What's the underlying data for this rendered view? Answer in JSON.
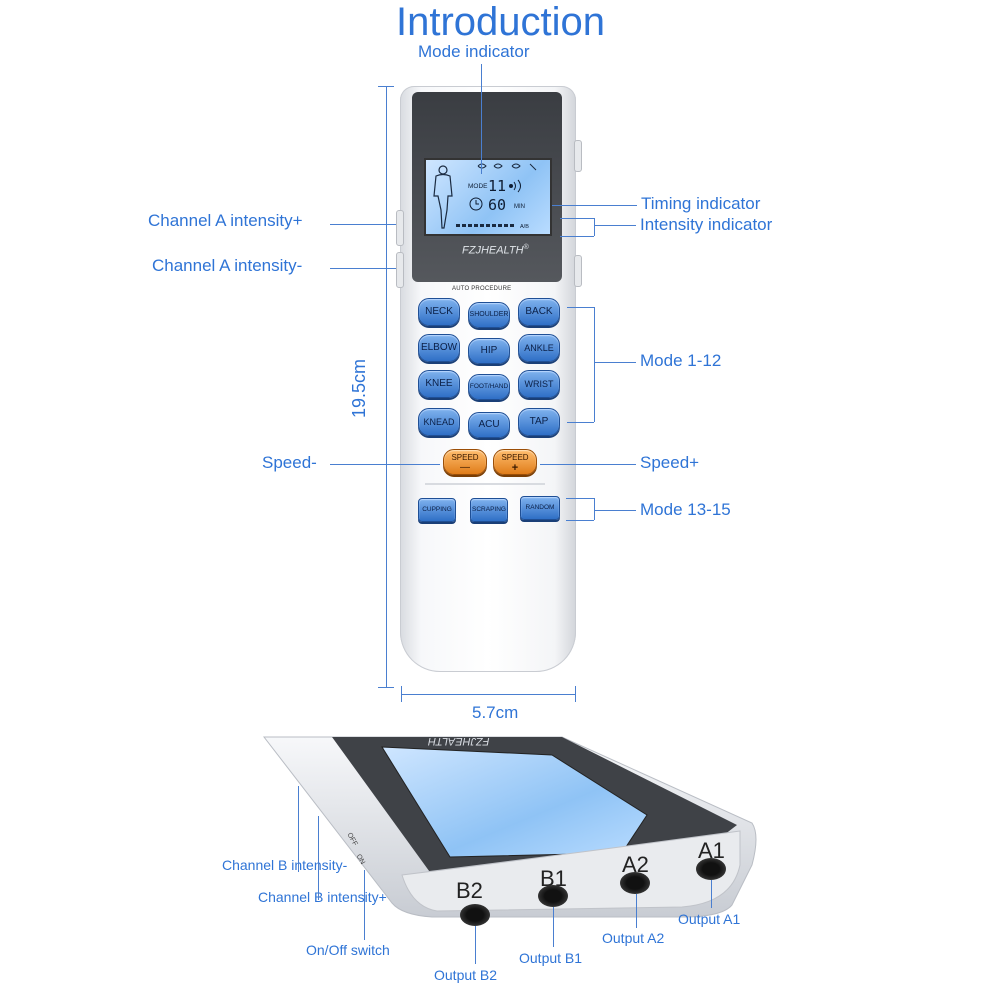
{
  "title": "Introduction",
  "labels": {
    "mode_indicator": "Mode indicator",
    "timing_indicator": "Timing indicator",
    "intensity_indicator": "Intensity indicator",
    "channel_a_plus": "Channel A intensity+",
    "channel_a_minus": "Channel A intensity-",
    "mode_1_12": "Mode 1-12",
    "speed_minus": "Speed-",
    "speed_plus": "Speed+",
    "mode_13_15": "Mode 13-15",
    "height": "19.5cm",
    "width": "5.7cm",
    "channel_b_minus": "Channel B intensity-",
    "channel_b_plus": "Channel B intensity+",
    "on_off": "On/Off switch",
    "output_a1": "Output A1",
    "output_a2": "Output A2",
    "output_b1": "Output B1",
    "output_b2": "Output B2"
  },
  "device": {
    "brand": "FZJHEALTH",
    "brand_mark": "®",
    "auto_procedure": "AUTO PROCEDURE",
    "lcd_mode_label": "MODE",
    "lcd_mode_value": "11",
    "lcd_time_value": "60",
    "lcd_time_unit": "MIN",
    "lcd_ab": "A/B",
    "buttons": [
      "NECK",
      "SHOULDER",
      "BACK",
      "ELBOW",
      "HIP",
      "ANKLE",
      "KNEE",
      "FOOT/HAND",
      "WRIST",
      "KNEAD",
      "ACU",
      "TAP"
    ],
    "speed_label": "SPEED",
    "speed_minus_sign": "—",
    "speed_plus_sign": "+",
    "extra_buttons": [
      "CUPPING",
      "SCRAPING",
      "RANDOM"
    ],
    "ports": [
      "A1",
      "A2",
      "B1",
      "B2"
    ],
    "side_labels": [
      "OFF",
      "ON"
    ]
  },
  "colors": {
    "label_blue": "#2f74d6",
    "button_blue": "#2f6fc6",
    "button_orange": "#e07d1a",
    "lcd_blue": "#8fc3f5"
  }
}
